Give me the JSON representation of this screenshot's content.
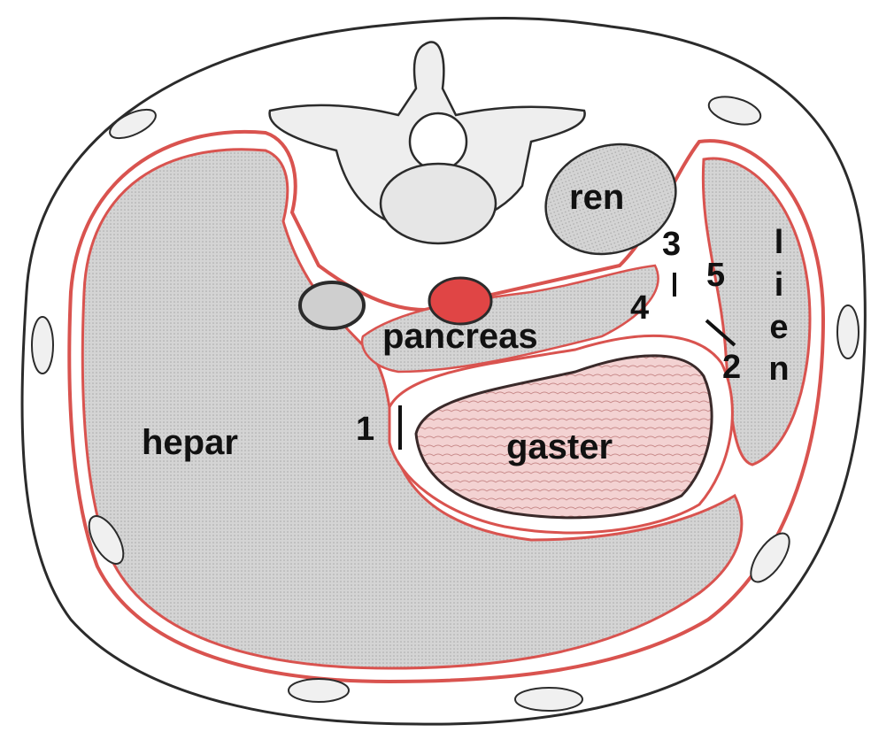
{
  "labels": {
    "ren": "ren",
    "pancreas": "pancreas",
    "hepar": "hepar",
    "gaster": "gaster",
    "lien": [
      "l",
      "i",
      "e",
      "n"
    ],
    "marker_1": "1",
    "marker_2": "2",
    "marker_3": "3",
    "marker_4": "4",
    "marker_5": "5"
  },
  "colors": {
    "outline": "#2b2b2b",
    "peritoneum_red": "#d9534f",
    "organ_gray": "#c9c9c9",
    "stomach_pink": "#f1c8c8",
    "aorta_red": "#e04545"
  }
}
